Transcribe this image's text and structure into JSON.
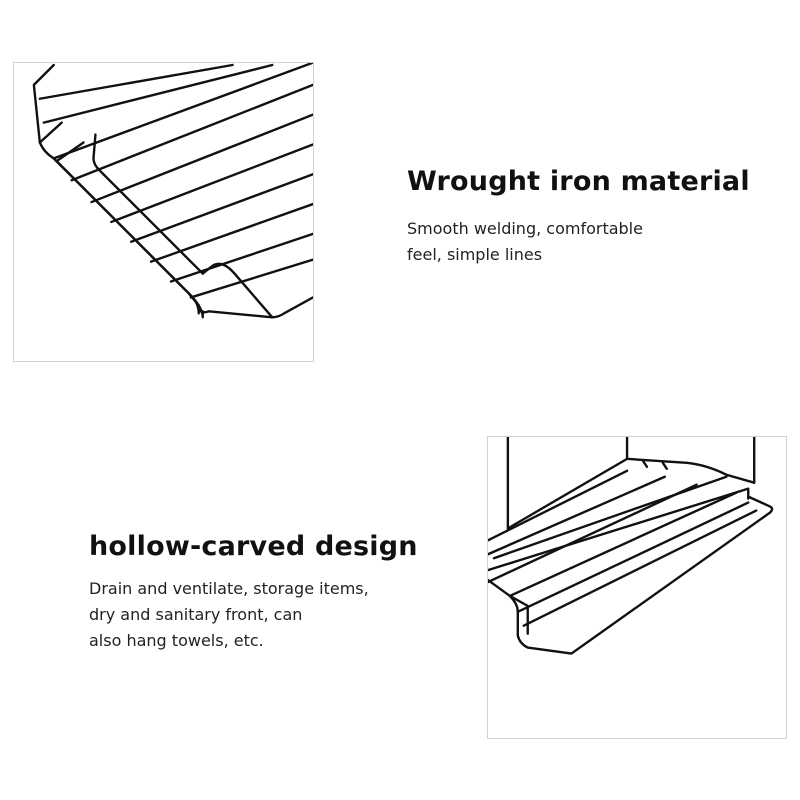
{
  "features": [
    {
      "title": "Wrought iron material",
      "description_lines": [
        "Smooth welding, comfortable",
        "feel, simple lines"
      ]
    },
    {
      "title": "hollow-carved design",
      "description_lines": [
        "Drain and ventilate, storage items,",
        "dry and sanitary front, can",
        "also hang towels, etc."
      ]
    }
  ],
  "colors": {
    "frame_border": "#d2d2d2",
    "wire": "#111111",
    "text": "#222222"
  }
}
